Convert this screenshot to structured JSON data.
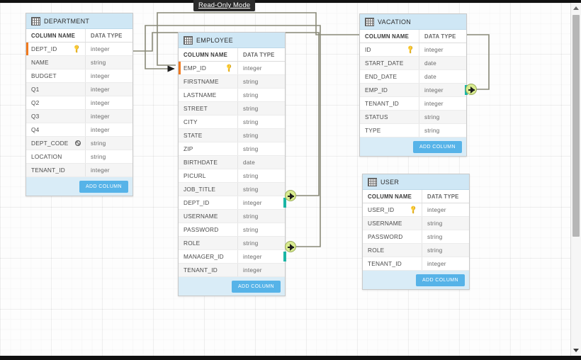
{
  "app": {
    "mode_badge": "Read-Only Mode",
    "add_column_label": "ADD COLUMN",
    "header_column_name": "COLUMN NAME",
    "header_data_type": "DATA TYPE",
    "accent_header": "#cfe7f5",
    "accent_button": "#56b3e8",
    "pk_marker_color": "#f07a1f",
    "fk_anchor_color": "#1bb5a5",
    "endpoint_color": "#d8eb8e",
    "connector_color": "#8a8a78"
  },
  "tables": [
    {
      "name": "DEPARTMENT",
      "icon": "table-icon",
      "columns": [
        {
          "name": "DEPT_ID",
          "type": "integer",
          "icon": "key-icon",
          "pk": true,
          "fk": false
        },
        {
          "name": "NAME",
          "type": "string",
          "icon": "",
          "pk": false,
          "fk": false
        },
        {
          "name": "BUDGET",
          "type": "integer",
          "icon": "",
          "pk": false,
          "fk": false
        },
        {
          "name": "Q1",
          "type": "integer",
          "icon": "",
          "pk": false,
          "fk": false
        },
        {
          "name": "Q2",
          "type": "integer",
          "icon": "",
          "pk": false,
          "fk": false
        },
        {
          "name": "Q3",
          "type": "integer",
          "icon": "",
          "pk": false,
          "fk": false
        },
        {
          "name": "Q4",
          "type": "integer",
          "icon": "",
          "pk": false,
          "fk": false
        },
        {
          "name": "DEPT_CODE",
          "type": "string",
          "icon": "unique-icon",
          "pk": false,
          "fk": false
        },
        {
          "name": "LOCATION",
          "type": "string",
          "icon": "",
          "pk": false,
          "fk": false
        },
        {
          "name": "TENANT_ID",
          "type": "integer",
          "icon": "",
          "pk": false,
          "fk": false
        }
      ]
    },
    {
      "name": "EMPLOYEE",
      "icon": "table-icon",
      "columns": [
        {
          "name": "EMP_ID",
          "type": "integer",
          "icon": "key-icon",
          "pk": true,
          "fk": false
        },
        {
          "name": "FIRSTNAME",
          "type": "string",
          "icon": "",
          "pk": false,
          "fk": false
        },
        {
          "name": "LASTNAME",
          "type": "string",
          "icon": "",
          "pk": false,
          "fk": false
        },
        {
          "name": "STREET",
          "type": "string",
          "icon": "",
          "pk": false,
          "fk": false
        },
        {
          "name": "CITY",
          "type": "string",
          "icon": "",
          "pk": false,
          "fk": false
        },
        {
          "name": "STATE",
          "type": "string",
          "icon": "",
          "pk": false,
          "fk": false
        },
        {
          "name": "ZIP",
          "type": "string",
          "icon": "",
          "pk": false,
          "fk": false
        },
        {
          "name": "BIRTHDATE",
          "type": "date",
          "icon": "",
          "pk": false,
          "fk": false
        },
        {
          "name": "PICURL",
          "type": "string",
          "icon": "",
          "pk": false,
          "fk": false
        },
        {
          "name": "JOB_TITLE",
          "type": "string",
          "icon": "",
          "pk": false,
          "fk": false
        },
        {
          "name": "DEPT_ID",
          "type": "integer",
          "icon": "",
          "pk": false,
          "fk": true
        },
        {
          "name": "USERNAME",
          "type": "string",
          "icon": "",
          "pk": false,
          "fk": false
        },
        {
          "name": "PASSWORD",
          "type": "string",
          "icon": "",
          "pk": false,
          "fk": false
        },
        {
          "name": "ROLE",
          "type": "string",
          "icon": "",
          "pk": false,
          "fk": false
        },
        {
          "name": "MANAGER_ID",
          "type": "integer",
          "icon": "",
          "pk": false,
          "fk": true
        },
        {
          "name": "TENANT_ID",
          "type": "integer",
          "icon": "",
          "pk": false,
          "fk": false
        }
      ]
    },
    {
      "name": "VACATION",
      "icon": "table-icon",
      "columns": [
        {
          "name": "ID",
          "type": "integer",
          "icon": "key-icon",
          "pk": true,
          "fk": false
        },
        {
          "name": "START_DATE",
          "type": "date",
          "icon": "",
          "pk": false,
          "fk": false
        },
        {
          "name": "END_DATE",
          "type": "date",
          "icon": "",
          "pk": false,
          "fk": false
        },
        {
          "name": "EMP_ID",
          "type": "integer",
          "icon": "",
          "pk": false,
          "fk": true
        },
        {
          "name": "TENANT_ID",
          "type": "integer",
          "icon": "",
          "pk": false,
          "fk": false
        },
        {
          "name": "STATUS",
          "type": "string",
          "icon": "",
          "pk": false,
          "fk": false
        },
        {
          "name": "TYPE",
          "type": "string",
          "icon": "",
          "pk": false,
          "fk": false
        }
      ]
    },
    {
      "name": "USER",
      "icon": "table-icon",
      "columns": [
        {
          "name": "USER_ID",
          "type": "integer",
          "icon": "key-icon",
          "pk": true,
          "fk": false
        },
        {
          "name": "USERNAME",
          "type": "string",
          "icon": "",
          "pk": false,
          "fk": false
        },
        {
          "name": "PASSWORD",
          "type": "string",
          "icon": "",
          "pk": false,
          "fk": false
        },
        {
          "name": "ROLE",
          "type": "string",
          "icon": "",
          "pk": false,
          "fk": false
        },
        {
          "name": "TENANT_ID",
          "type": "integer",
          "icon": "",
          "pk": false,
          "fk": false
        }
      ]
    }
  ],
  "relationships": [
    {
      "from_table": "EMPLOYEE",
      "from_column": "DEPT_ID",
      "to_table": "DEPARTMENT",
      "to_column": "DEPT_ID"
    },
    {
      "from_table": "EMPLOYEE",
      "from_column": "MANAGER_ID",
      "to_table": "EMPLOYEE",
      "to_column": "EMP_ID"
    },
    {
      "from_table": "VACATION",
      "from_column": "EMP_ID",
      "to_table": "EMPLOYEE",
      "to_column": "EMP_ID"
    }
  ]
}
